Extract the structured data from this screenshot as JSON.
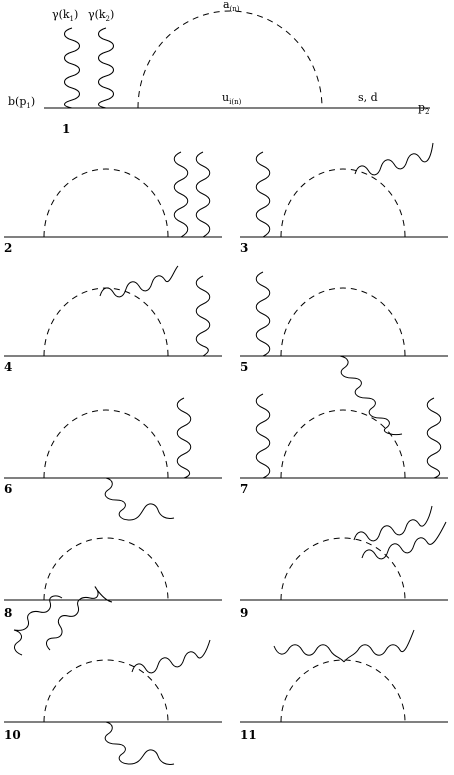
{
  "labels": {
    "b": "b(p",
    "b_sub": "1",
    "b_close": ")",
    "g1": "γ(k",
    "g1_sub": "1",
    "g1_close": ")",
    "g2": "γ(k",
    "g2_sub": "2",
    "g2_close": ")",
    "a": "a",
    "a_sub": "(n)",
    "u": "u",
    "u_sub": "i(n)",
    "sd": "s, d",
    "p2": "p",
    "p2_sub": "2"
  },
  "diagram_numbers": [
    "1",
    "2",
    "3",
    "4",
    "5",
    "6",
    "7",
    "8",
    "9",
    "10",
    "11"
  ],
  "colors": {
    "ink": "#000000",
    "background": "#ffffff"
  }
}
